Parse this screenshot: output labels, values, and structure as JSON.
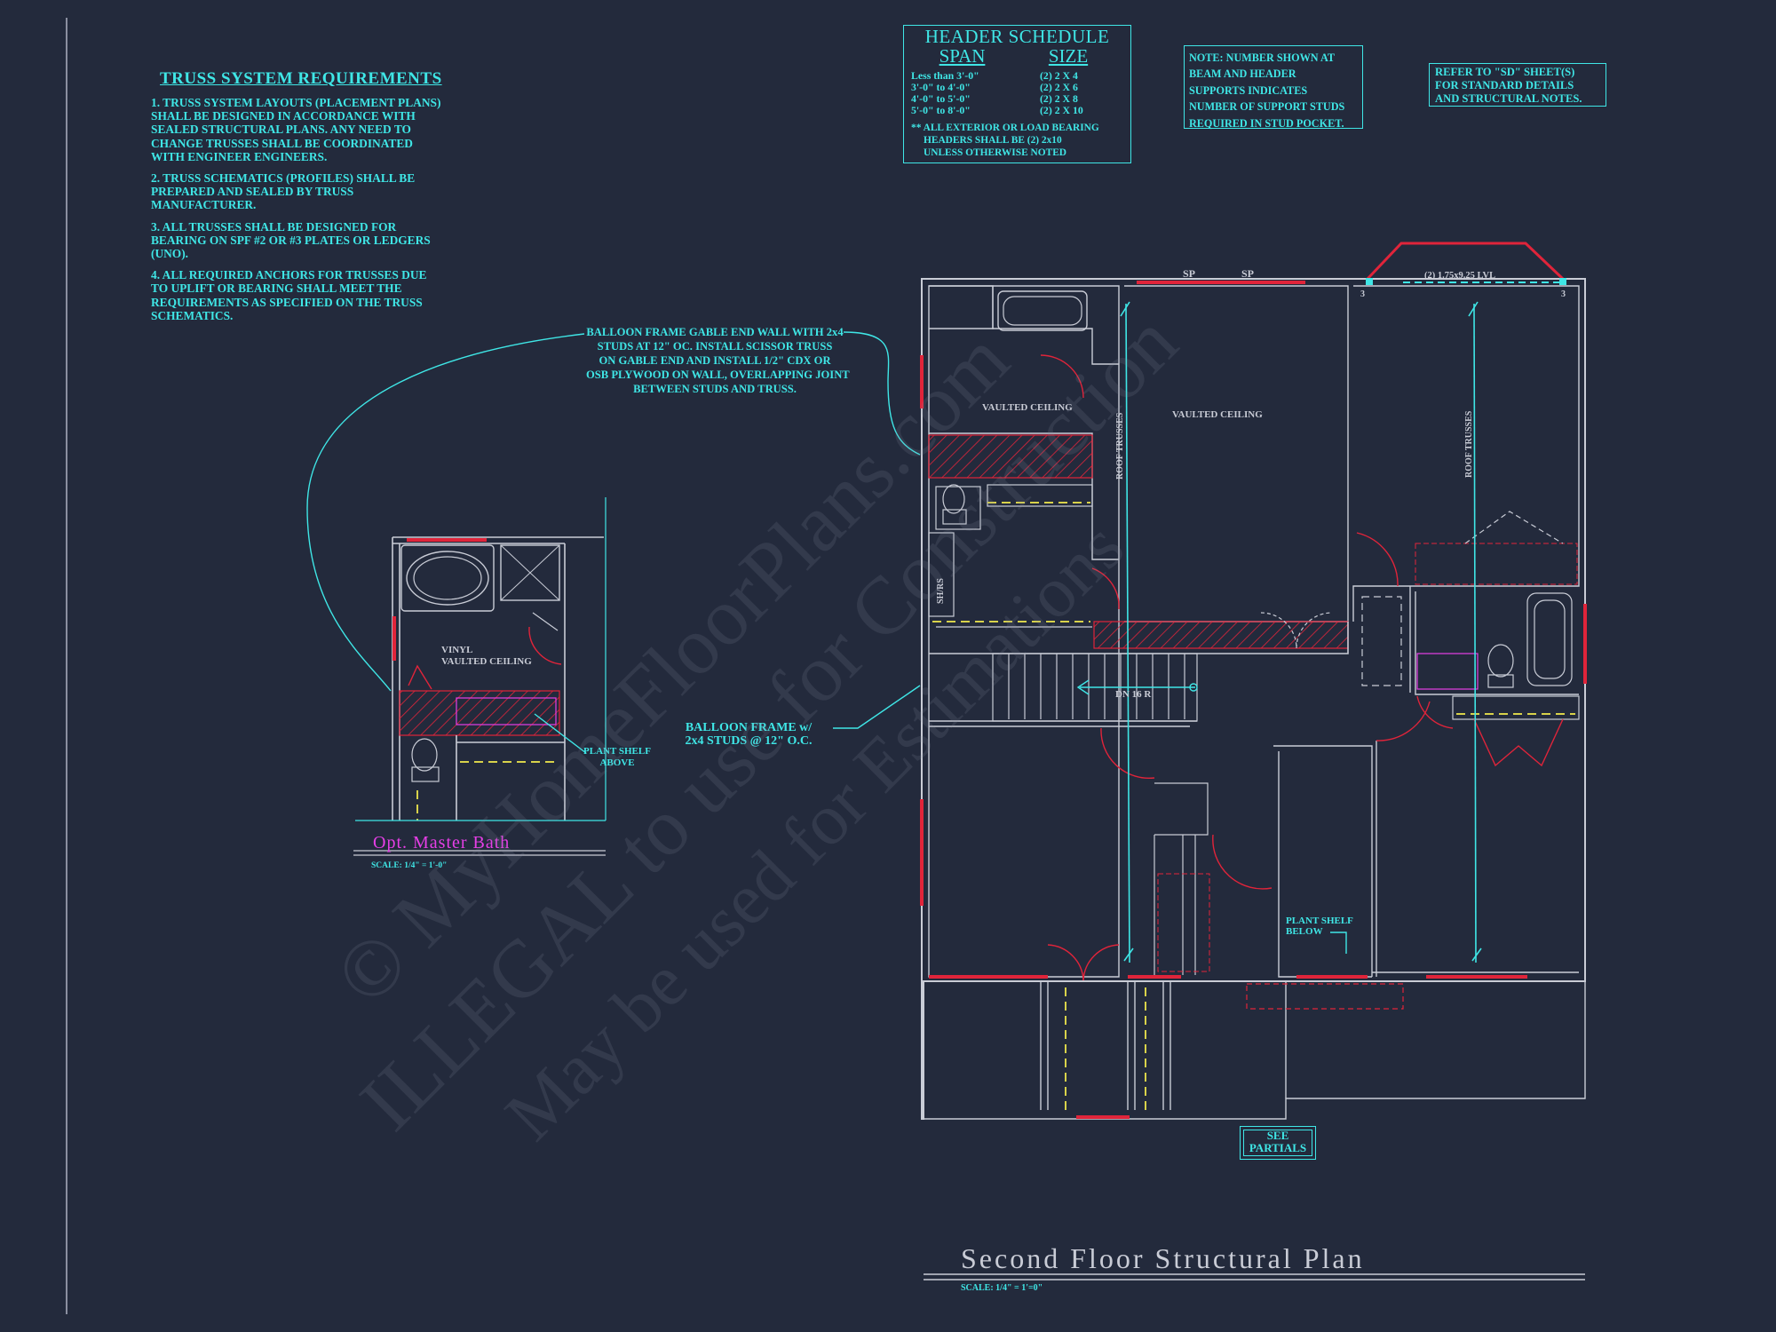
{
  "truss": {
    "title": "TRUSS SYSTEM REQUIREMENTS",
    "items": [
      [
        "1. TRUSS SYSTEM LAYOUTS (PLACEMENT PLANS)",
        "SHALL BE DESIGNED IN ACCORDANCE WITH",
        "SEALED STRUCTURAL PLANS. ANY NEED TO",
        "CHANGE TRUSSES SHALL BE COORDINATED",
        "WITH ENGINEER ENGINEERS."
      ],
      [
        "2. TRUSS SCHEMATICS (PROFILES) SHALL BE",
        "PREPARED AND SEALED BY TRUSS",
        "MANUFACTURER."
      ],
      [
        "3. ALL TRUSSES SHALL BE DESIGNED FOR",
        "BEARING ON SPF #2 OR #3 PLATES OR LEDGERS",
        "(UNO)."
      ],
      [
        "4. ALL REQUIRED ANCHORS FOR TRUSSES DUE",
        "TO UPLIFT OR BEARING SHALL MEET THE",
        "REQUIREMENTS AS SPECIFIED ON THE TRUSS",
        "SCHEMATICS."
      ]
    ]
  },
  "header_schedule": {
    "title": "HEADER SCHEDULE",
    "col_span": "SPAN",
    "col_size": "SIZE",
    "rows": [
      {
        "span": "Less than 3'-0\"",
        "size": "(2) 2 X 4"
      },
      {
        "span": "3'-0\" to 4'-0\"",
        "size": "(2) 2 X 6"
      },
      {
        "span": "4'-0\" to 5'-0\"",
        "size": "(2) 2 X 8"
      },
      {
        "span": "5'-0\" to 8'-0\"",
        "size": "(2) 2 X 10"
      }
    ],
    "footnote": [
      "** ALL EXTERIOR OR LOAD BEARING",
      "HEADERS SHALL BE (2) 2x10",
      "UNLESS OTHERWISE NOTED"
    ]
  },
  "note_studs": [
    "NOTE: NUMBER SHOWN AT",
    "BEAM AND HEADER",
    "SUPPORTS INDICATES",
    "NUMBER OF SUPPORT STUDS",
    "REQUIRED IN STUD POCKET."
  ],
  "note_refer": [
    "REFER TO \"SD\" SHEET(S)",
    "FOR STANDARD DETAILS",
    "AND STRUCTURAL NOTES."
  ],
  "callout_gable": [
    "BALLOON FRAME GABLE END WALL WITH 2x4",
    "STUDS AT 12\" OC. INSTALL SCISSOR TRUSS",
    "ON GABLE END AND INSTALL 1/2\" CDX OR",
    "OSB PLYWOOD ON WALL, OVERLAPPING JOINT",
    "BETWEEN STUDS AND TRUSS."
  ],
  "callout_balloon": [
    "BALLOON FRAME w/",
    "2x4 STUDS @ 12\" O.C."
  ],
  "callout_plant_shelf_above": [
    "PLANT SHELF",
    "ABOVE"
  ],
  "callout_plant_shelf_below": [
    "PLANT SHELF",
    "BELOW"
  ],
  "labels": {
    "vinyl": "VINYL",
    "vaulted_ceiling": "VAULTED CEILING",
    "sp": "SP",
    "lvl": "(2) 1.75x9.25 LVL",
    "lvl_studs": "3",
    "roof_trusses": "ROOF TRUSSES",
    "stairs": "DN 16 R",
    "closet": "SH/RS",
    "see_partials": [
      "SEE",
      "PARTIALS"
    ]
  },
  "bath_detail": {
    "title": "Opt. Master Bath",
    "scale": "SCALE: 1/4\" = 1'-0\""
  },
  "plan": {
    "title": "Second Floor Structural Plan",
    "scale": "SCALE: 1/4\" = 1'=0\""
  },
  "watermark": [
    "© MyHomeFloorPlans.com",
    "ILLEGAL to use for Construction",
    "May be used for Estimations"
  ],
  "colors": {
    "background": "#232a3c",
    "line": "#c9ccd6",
    "cyan": "#3fe6e6",
    "red": "#e0243a",
    "yellow": "#d8d24a",
    "magenta": "#e63fe6"
  }
}
